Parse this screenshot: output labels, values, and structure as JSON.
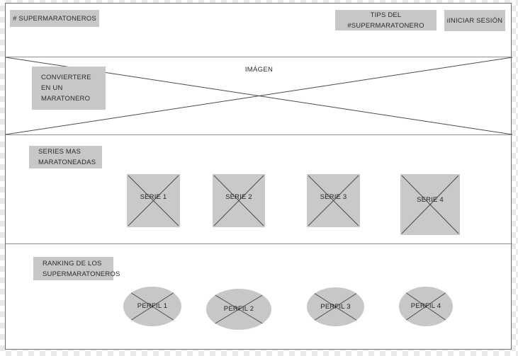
{
  "colors": {
    "box_gray": "#c7c7c7",
    "placeholder_gray": "#c9c9c9",
    "x_line_dark_gray": "#4a4a4a",
    "canvas_border_gray": "#6f6f6f",
    "separator_gray": "#8d8d8d"
  },
  "header": {
    "brand_label": "# SUPERMARATONEROS",
    "tips_button_label": "TIPS DEL #SUPERMARATONERO",
    "login_button_label": "iINICIAR SESIÓN"
  },
  "hero": {
    "image_label": "IMÁGEN",
    "cta_label": "CONVIERTERE EN UN MARATONERO"
  },
  "series_section": {
    "title": "SERIES MAS MARATONEADAS",
    "items": [
      {
        "label": "SERIE 1"
      },
      {
        "label": "SERIE 2"
      },
      {
        "label": "SERIE 3"
      },
      {
        "label": "SERIE 4"
      }
    ]
  },
  "ranking_section": {
    "title": "RANKING DE LOS SUPERMARATONEROS",
    "profiles": [
      {
        "label": "PERFIL 1"
      },
      {
        "label": "PERFIL 2"
      },
      {
        "label": "PERFIL 3"
      },
      {
        "label": "PERFIL 4"
      }
    ]
  }
}
